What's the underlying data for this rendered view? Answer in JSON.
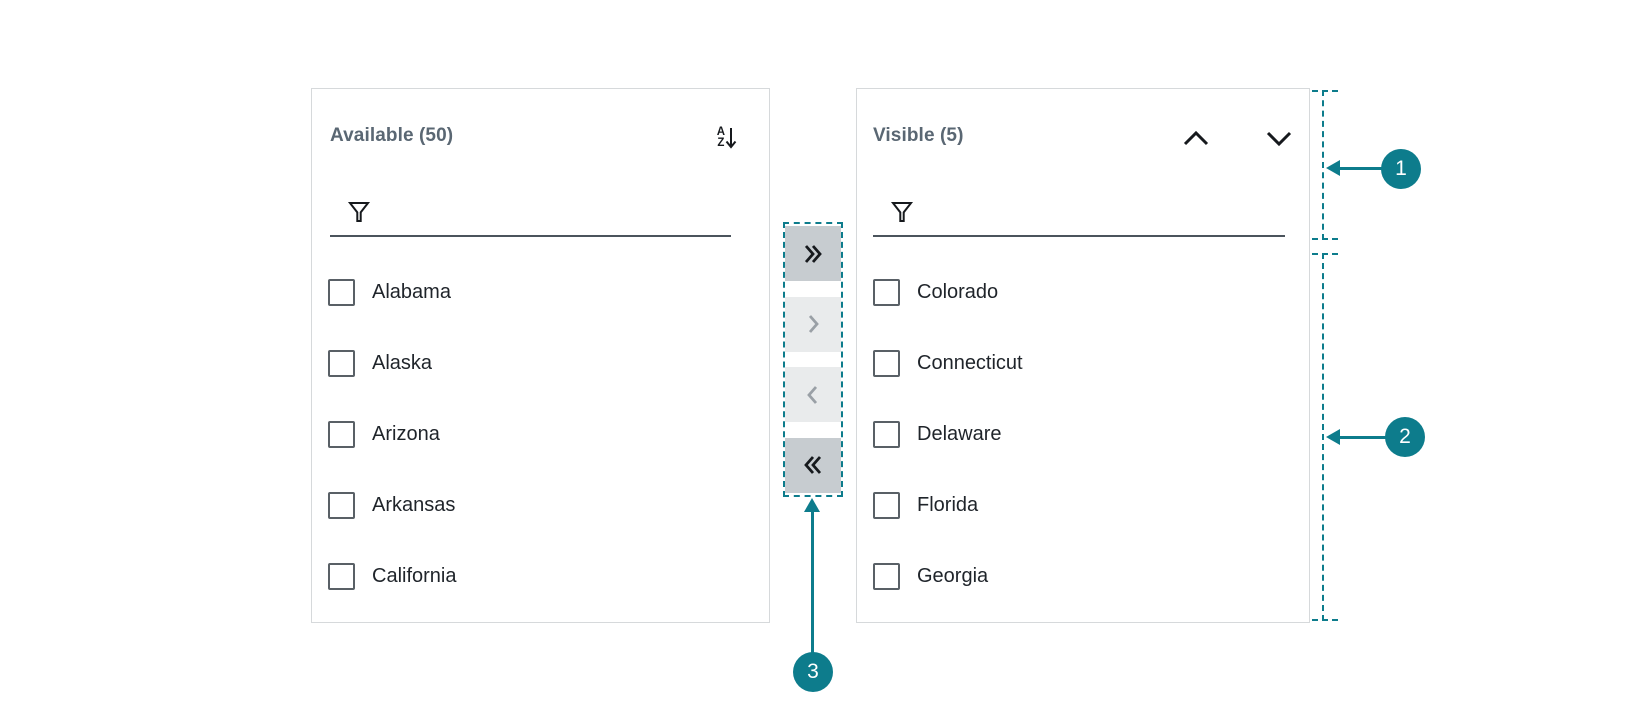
{
  "left_panel": {
    "title": "Available (50)",
    "filter_value": "",
    "sort_icon": {
      "top_letter": "A",
      "bottom_letter": "Z"
    },
    "items": [
      {
        "label": "Alabama",
        "checked": false
      },
      {
        "label": "Alaska",
        "checked": false
      },
      {
        "label": "Arizona",
        "checked": false
      },
      {
        "label": "Arkansas",
        "checked": false
      },
      {
        "label": "California",
        "checked": false
      }
    ]
  },
  "right_panel": {
    "title": "Visible (5)",
    "filter_value": "",
    "items": [
      {
        "label": "Colorado",
        "checked": false
      },
      {
        "label": "Connecticut",
        "checked": false
      },
      {
        "label": "Delaware",
        "checked": false
      },
      {
        "label": "Florida",
        "checked": false
      },
      {
        "label": "Georgia",
        "checked": false
      }
    ]
  },
  "transfer_buttons": [
    {
      "name": "move-all-right",
      "enabled": true
    },
    {
      "name": "move-right",
      "enabled": false
    },
    {
      "name": "move-left",
      "enabled": false
    },
    {
      "name": "move-all-left",
      "enabled": true
    }
  ],
  "callouts": [
    {
      "number": "1"
    },
    {
      "number": "2"
    },
    {
      "number": "3"
    }
  ],
  "colors": {
    "accent_teal": "#0d7c8c",
    "enabled_button_bg": "#c7ccd0",
    "disabled_button_bg": "#e9ebec",
    "enabled_icon": "#16191d",
    "disabled_icon": "#9aa0a6",
    "panel_border": "#d6d9db",
    "title_text": "#5a6773",
    "item_text": "#1f242a"
  }
}
